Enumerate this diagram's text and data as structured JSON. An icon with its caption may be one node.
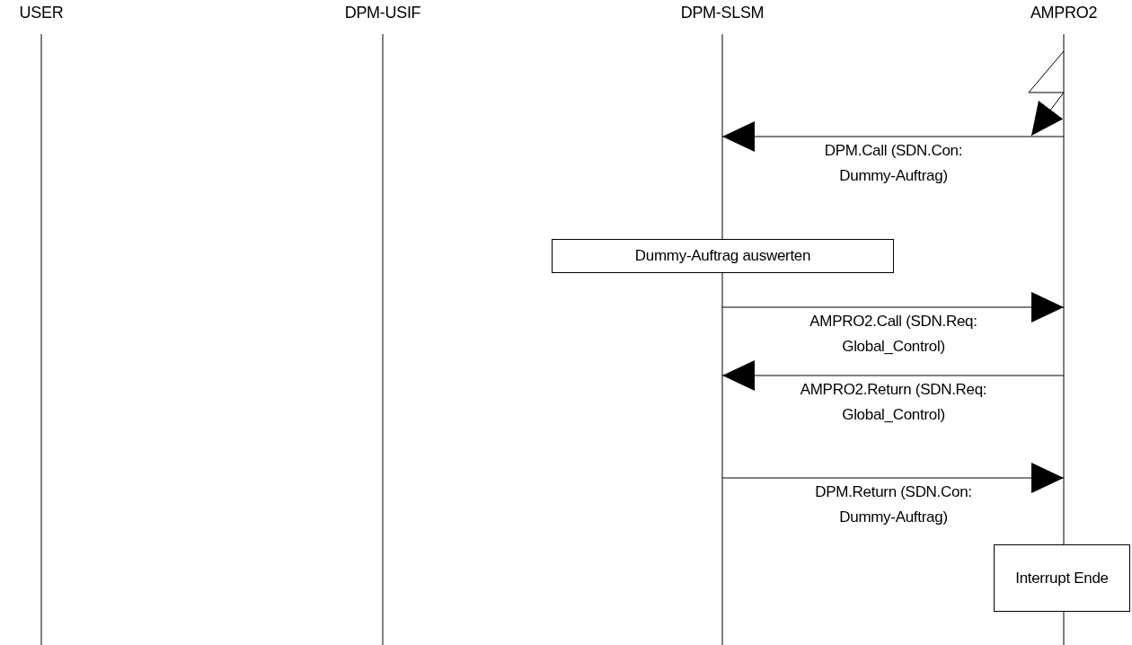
{
  "diagram": {
    "nodes": [
      {
        "text": [
          "USER"
        ]
      },
      {
        "text": [
          "DPM-USIF"
        ]
      },
      {
        "text": [
          "DPM-SLSM"
        ]
      },
      {
        "text": [
          "AMPRO2"
        ]
      },
      {
        "text": [
          "Dummy-Auftrag auswerten"
        ]
      },
      {
        "text": [
          "Interrupt Ende"
        ]
      }
    ],
    "edges": [
      {
        "from": 3,
        "to": 3,
        "arrow": "to"
      },
      {
        "from": 3,
        "to": 2,
        "arrow": "to",
        "label": "DPM.Call (SDN.Con: Dummy-Auftrag)"
      },
      {
        "from": 2,
        "to": 3,
        "arrow": "to",
        "label": "AMPRO2.Call (SDN.Req: Global_Control)"
      },
      {
        "from": 3,
        "to": 2,
        "arrow": "to",
        "label": "AMPRO2.Return (SDN.Req: Global_Control)"
      },
      {
        "from": 2,
        "to": 3,
        "arrow": "to",
        "label": "DPM.Return (SDN.Con: Dummy-Auftrag)"
      }
    ]
  }
}
